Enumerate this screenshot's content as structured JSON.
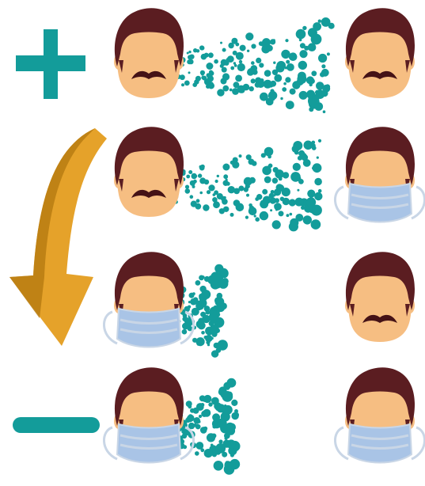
{
  "colors": {
    "teal": "#139c9a",
    "hair": "#5b1d21",
    "skin": "#f6be82",
    "mustache": "#451216",
    "mask_fill": "#a9c4e6",
    "mask_stroke": "#c9d6e6",
    "arrow_light": "#e5a22a",
    "arrow_dark": "#b87d12"
  },
  "indicators": {
    "top_symbol": "plus-icon",
    "bottom_symbol": "minus-icon",
    "arrow": "curved-down-arrow-icon"
  },
  "rows": [
    {
      "left_mask": false,
      "right_mask": false,
      "droplet_spread": 1.0
    },
    {
      "left_mask": false,
      "right_mask": true,
      "droplet_spread": 0.95
    },
    {
      "left_mask": true,
      "right_mask": false,
      "droplet_spread": 0.55
    },
    {
      "left_mask": true,
      "right_mask": true,
      "droplet_spread": 0.6
    }
  ]
}
